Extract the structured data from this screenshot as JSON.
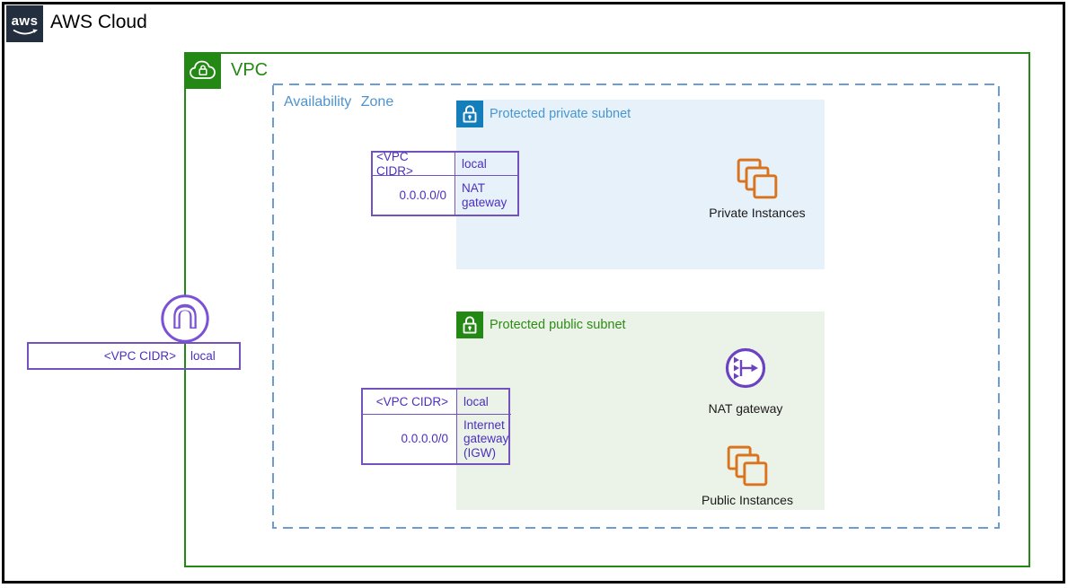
{
  "aws_cloud": {
    "logo_text": "aws",
    "label": "AWS Cloud"
  },
  "vpc": {
    "label": "VPC"
  },
  "availability_zone": {
    "label": "Availability Zone"
  },
  "vpc_route_table": {
    "destination": "<VPC CIDR>",
    "target": "local"
  },
  "private_subnet": {
    "label": "Protected private subnet",
    "route_table": {
      "rows": [
        {
          "destination": "<VPC CIDR>",
          "target": "local"
        },
        {
          "destination": "0.0.0.0/0",
          "target": "NAT gateway"
        }
      ]
    },
    "instances_label": "Private Instances"
  },
  "public_subnet": {
    "label": "Protected public subnet",
    "route_table": {
      "rows": [
        {
          "destination": "<VPC CIDR>",
          "target": "local"
        },
        {
          "destination": "0.0.0.0/0",
          "target": "Internet gateway (IGW)"
        }
      ]
    },
    "nat_gateway_label": "NAT gateway",
    "instances_label": "Public Instances"
  },
  "colors": {
    "aws_dark": "#232F3E",
    "vpc_green": "#248814",
    "availability_zone_blue": "#6C9CD2",
    "private_subnet_blue": "#147EBA",
    "private_subnet_bg": "#E7F1F9",
    "public_subnet_green": "#248814",
    "public_subnet_bg": "#EBF3E8",
    "route_table_purple": "#7352BE",
    "route_table_text": "#4B2FC0",
    "instances_orange": "#D9731E",
    "gateway_purple": "#6B43C0",
    "router_purple": "#7B52D6"
  }
}
